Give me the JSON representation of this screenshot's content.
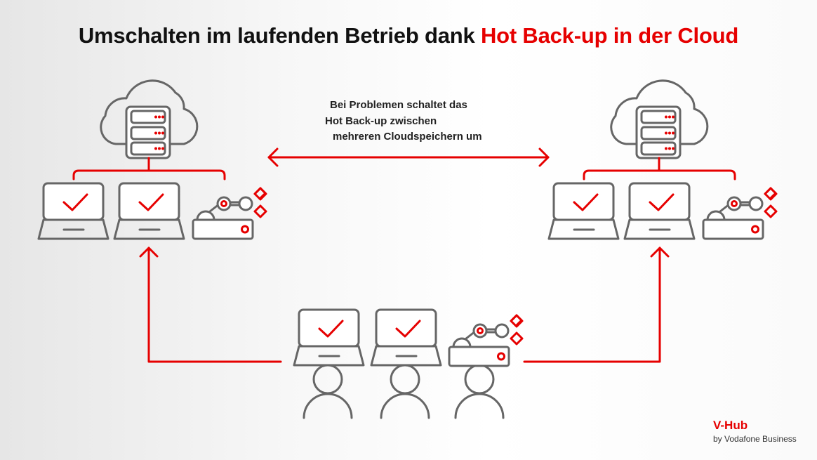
{
  "title": {
    "part1": "Umschalten im laufenden Betrieb dank ",
    "highlight": "Hot Back-up in der Cloud"
  },
  "note": {
    "line1": "Bei Problemen schaltet das",
    "line2": "Hot Back-up zwischen",
    "line3": "mehreren Cloudspeichern um"
  },
  "logo": {
    "name": "V-Hub",
    "sub": "by Vodafone Business"
  },
  "colors": {
    "accent": "#e60000",
    "icon": "#666666"
  }
}
